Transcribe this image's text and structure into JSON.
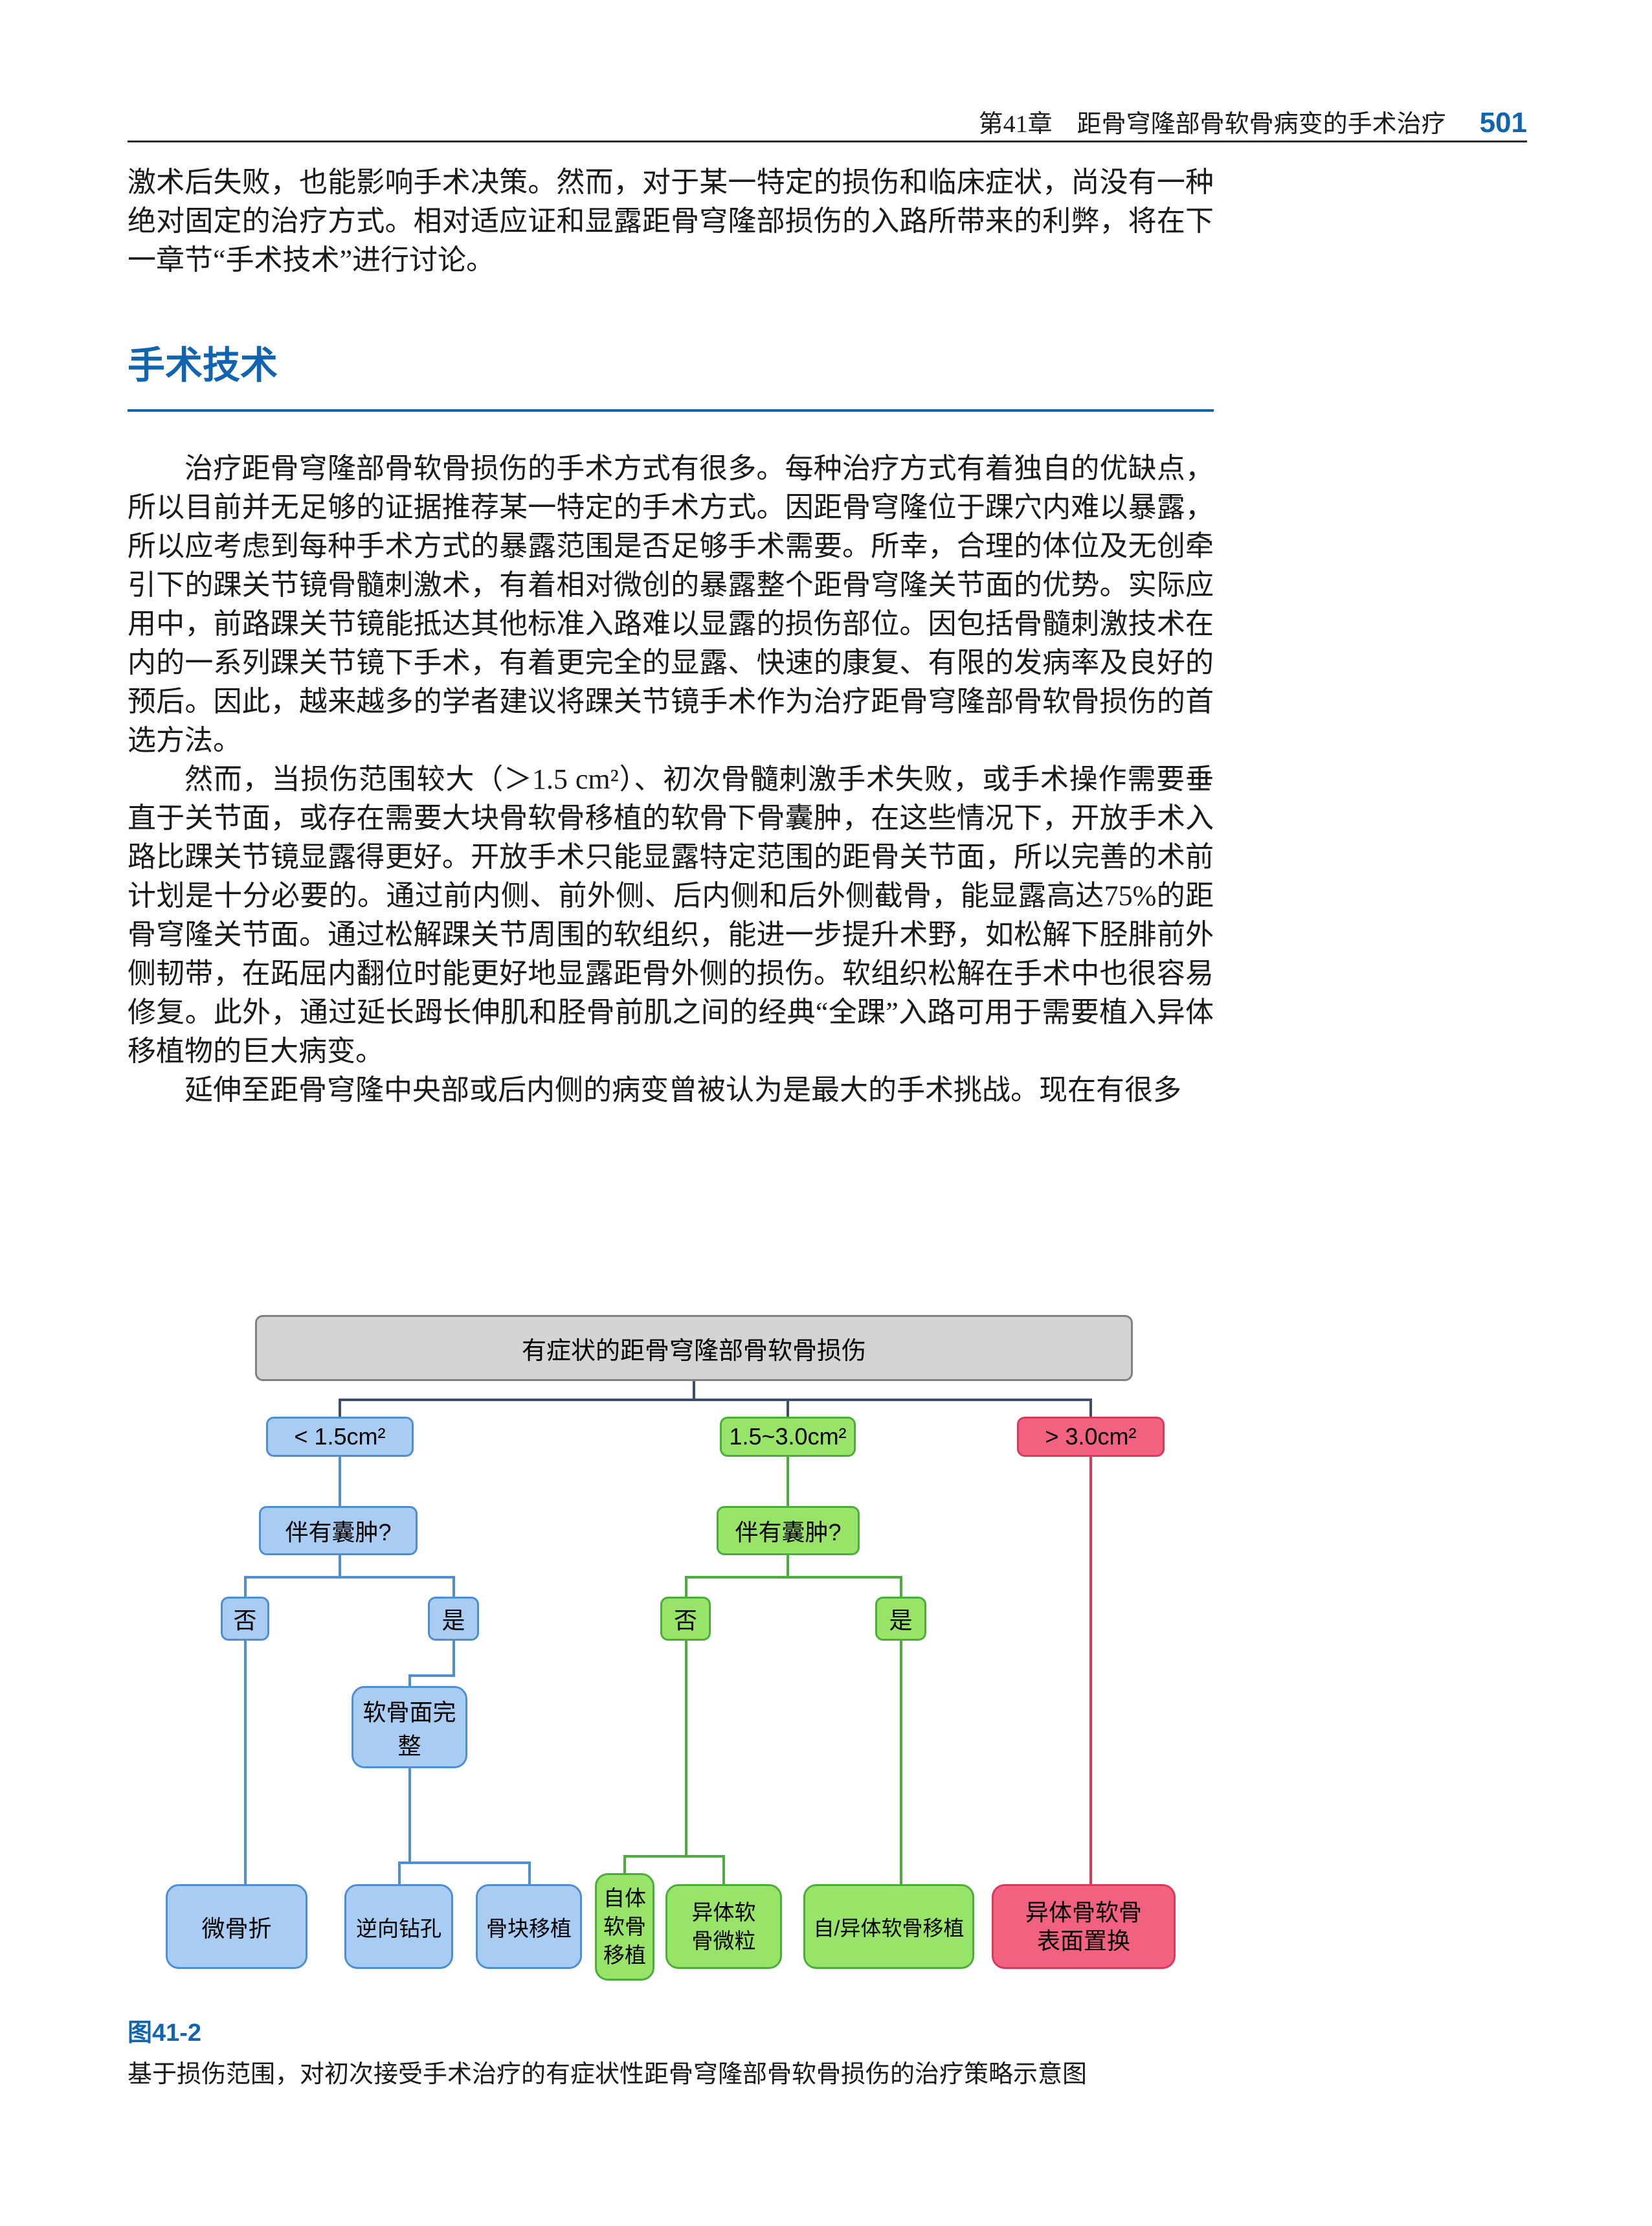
{
  "header": {
    "chapter_title": "第41章　距骨穹隆部骨软骨病变的手术治疗",
    "page_number": "501"
  },
  "intro_paragraph": "激术后失败，也能影响手术决策。然而，对于某一特定的损伤和临床症状，尚没有一种绝对固定的治疗方式。相对适应证和显露距骨穹隆部损伤的入路所带来的利弊，将在下一章节“手术技术”进行讨论。",
  "section": {
    "title": "手术技术",
    "paragraphs": [
      "治疗距骨穹隆部骨软骨损伤的手术方式有很多。每种治疗方式有着独自的优缺点，所以目前并无足够的证据推荐某一特定的手术方式。因距骨穹隆位于踝穴内难以暴露，所以应考虑到每种手术方式的暴露范围是否足够手术需要。所幸，合理的体位及无创牵引下的踝关节镜骨髓刺激术，有着相对微创的暴露整个距骨穹隆关节面的优势。实际应用中，前路踝关节镜能抵达其他标准入路难以显露的损伤部位。因包括骨髓刺激技术在内的一系列踝关节镜下手术，有着更完全的显露、快速的康复、有限的发病率及良好的预后。因此，越来越多的学者建议将踝关节镜手术作为治疗距骨穹隆部骨软骨损伤的首选方法。",
      "然而，当损伤范围较大（＞1.5 cm²）、初次骨髓刺激手术失败，或手术操作需要垂直于关节面，或存在需要大块骨软骨移植的软骨下骨囊肿，在这些情况下，开放手术入路比踝关节镜显露得更好。开放手术只能显露特定范围的距骨关节面，所以完善的术前计划是十分必要的。通过前内侧、前外侧、后内侧和后外侧截骨，能显露高达75%的距骨穹隆关节面。通过松解踝关节周围的软组织，能进一步提升术野，如松解下胫腓前外侧韧带，在跖屈内翻位时能更好地显露距骨外侧的损伤。软组织松解在手术中也很容易修复。此外，通过延长𧿹长伸肌和胫骨前肌之间的经典“全踝”入路可用于需要植入异体移植物的巨大病变。",
      "延伸至距骨穹隆中央部或后内侧的病变曾被认为是最大的手术挑战。现在有很多"
    ]
  },
  "figure": {
    "label": "图41-2",
    "caption": "基于损伤范围，对初次接受手术治疗的有症状性距骨穹隆部骨软骨损伤的治疗策略示意图",
    "flowchart": {
      "root": "有症状的距骨穹隆部骨软骨损伤",
      "small": {
        "size": "< 1.5cm²",
        "cyst_question": "伴有囊肿?",
        "no": "否",
        "yes": "是",
        "intact": "软骨面完整",
        "treatment_no": "微骨折",
        "treatment_yes_1": "逆向钻孔",
        "treatment_yes_2": "骨块移植"
      },
      "medium": {
        "size": "1.5~3.0cm²",
        "cyst_question": "伴有囊肿?",
        "no": "否",
        "yes": "是",
        "treatment_no_1": "自体\n软骨\n移植",
        "treatment_no_2": "异体软\n骨微粒",
        "treatment_yes": "自/异体软骨移植"
      },
      "large": {
        "size": "> 3.0cm²",
        "treatment": "异体骨软骨\n表面置换"
      }
    }
  },
  "colors": {
    "accent_blue": "#1165b0",
    "flow_gray": "#d4d4d4",
    "flow_blue": "#a9cdf2",
    "flow_green": "#97e468",
    "flow_red": "#f26180"
  }
}
